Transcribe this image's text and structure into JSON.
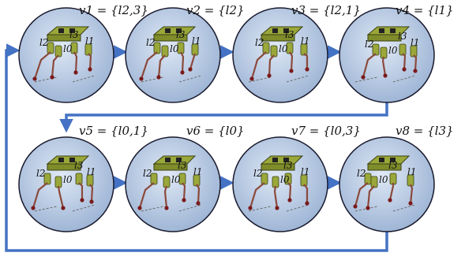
{
  "colors": {
    "circle_fill_inner": "#c9d8ec",
    "circle_fill_outer": "#9fb6d6",
    "circle_stroke": "#1a1a2e",
    "flow_arrow": "#4472c4",
    "robot_body": "#9aa83a",
    "robot_dark": "#3a4012",
    "leg_color": "#8b4a3c",
    "foot_color": "#7a1a1a",
    "contact_line": "#6d6d6d"
  },
  "states": [
    {
      "id": "v1",
      "label": "v1 = {l2,3}",
      "legs": [
        "l2",
        "l3",
        "l0",
        "l1"
      ]
    },
    {
      "id": "v2",
      "label": "v2 = {l2}",
      "legs": [
        "l2",
        "l3",
        "l0",
        "l1"
      ]
    },
    {
      "id": "v3",
      "label": "v3 = {l2,1}",
      "legs": [
        "l2",
        "l3",
        "l0",
        "l1"
      ]
    },
    {
      "id": "v4",
      "label": "v4 = {l1}",
      "legs": [
        "l2",
        "l3",
        "l0",
        "l1"
      ]
    },
    {
      "id": "v5",
      "label": "v5 = {l0,1}",
      "legs": [
        "l2",
        "l3",
        "l0",
        "l1"
      ]
    },
    {
      "id": "v6",
      "label": "v6 = {l0}",
      "legs": [
        "l2",
        "l3",
        "l0",
        "l1"
      ]
    },
    {
      "id": "v7",
      "label": "v7 = {l0,3}",
      "legs": [
        "l2",
        "l3",
        "l0",
        "l1"
      ]
    },
    {
      "id": "v8",
      "label": "v8 = {l3}",
      "legs": [
        "l2",
        "l3",
        "l0",
        "l1"
      ]
    }
  ]
}
